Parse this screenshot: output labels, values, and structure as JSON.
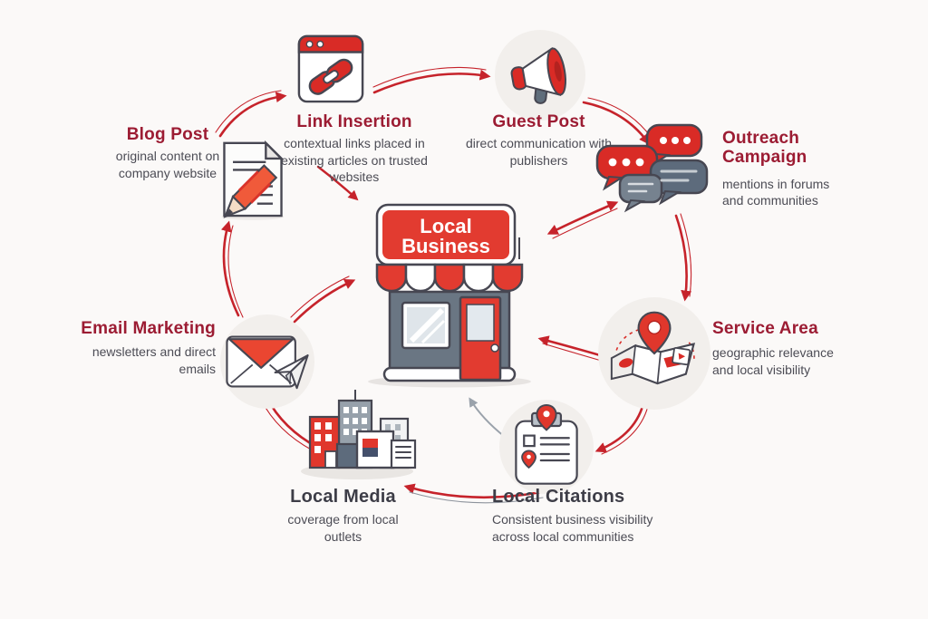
{
  "center": {
    "sign_line1": "Local",
    "sign_line2": "Business",
    "icon": "storefront-icon"
  },
  "nodes": {
    "blog_post": {
      "label": "Blog Post",
      "description": "original content on company website",
      "icon": "document-pencil-icon"
    },
    "link_insertion": {
      "label": "Link Insertion",
      "description": "contextual links placed in existing articles on trusted websites",
      "icon": "browser-link-icon"
    },
    "guest_post": {
      "label": "Guest Post",
      "description": "direct communication with publishers",
      "icon": "megaphone-icon"
    },
    "outreach_campaign": {
      "label": "Outreach Campaign",
      "description": "mentions in forums and communities",
      "icon": "chat-bubbles-icon"
    },
    "service_area": {
      "label": "Service Area",
      "description": "geographic relevance and local visibility",
      "icon": "map-pin-icon"
    },
    "local_citations": {
      "label": "Local Citations",
      "description": "Consistent business visibility across local communities",
      "icon": "clipboard-pin-icon"
    },
    "local_media": {
      "label": "Local Media",
      "description": "coverage from local outlets",
      "icon": "city-buildings-icon"
    },
    "email_marketing": {
      "label": "Email Marketing",
      "description": "newsletters and direct emails",
      "icon": "envelope-paper-plane-icon"
    }
  },
  "palette": {
    "red": "#d9342b",
    "maroon_title": "#9c1c33",
    "charcoal_title": "#3d3d47",
    "body_text": "#4c4c55",
    "slate": "#5d6b7c",
    "arrow_red": "#c6232b",
    "arrow_gray": "#9aa2ab",
    "background": "#fbf9f8"
  }
}
